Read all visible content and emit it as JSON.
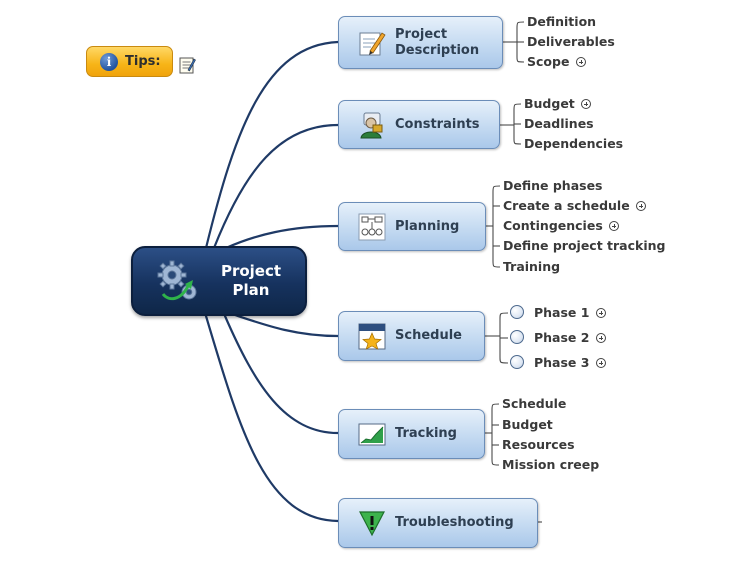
{
  "central": {
    "line1": "Project",
    "line2": "Plan",
    "icon": "gears-icon"
  },
  "tips": {
    "label": "Tips:",
    "icon": "info-icon",
    "note_icon": "note-icon"
  },
  "topics": [
    {
      "id": "project-description",
      "line1": "Project",
      "line2": "Description",
      "icon": "pencil-note-icon",
      "children": [
        {
          "label": "Definition"
        },
        {
          "label": "Deliverables"
        },
        {
          "label": "Scope",
          "expand": true
        }
      ]
    },
    {
      "id": "constraints",
      "label": "Constraints",
      "icon": "person-lock-icon",
      "children": [
        {
          "label": "Budget",
          "expand": true
        },
        {
          "label": "Deadlines"
        },
        {
          "label": "Dependencies"
        }
      ]
    },
    {
      "id": "planning",
      "label": "Planning",
      "icon": "flowchart-icon",
      "children": [
        {
          "label": "Define phases"
        },
        {
          "label": "Create a schedule",
          "expand": true
        },
        {
          "label": "Contingencies",
          "expand": true
        },
        {
          "label": "Define project tracking"
        },
        {
          "label": "Training"
        }
      ]
    },
    {
      "id": "schedule",
      "label": "Schedule",
      "icon": "star-calendar-icon",
      "children": [
        {
          "label": "Phase 1",
          "expand": true
        },
        {
          "label": "Phase 2",
          "expand": true
        },
        {
          "label": "Phase 3",
          "expand": true
        }
      ]
    },
    {
      "id": "tracking",
      "label": "Tracking",
      "icon": "area-chart-icon",
      "children": [
        {
          "label": "Schedule"
        },
        {
          "label": "Budget"
        },
        {
          "label": "Resources"
        },
        {
          "label": "Mission creep"
        }
      ]
    },
    {
      "id": "troubleshooting",
      "label": "Troubleshooting",
      "icon": "warning-triangle-icon",
      "children": []
    }
  ],
  "colors": {
    "central": "#16325e",
    "topic": "#c7dcf2",
    "connector": "#1f3a66",
    "tips": "#f7b417"
  }
}
